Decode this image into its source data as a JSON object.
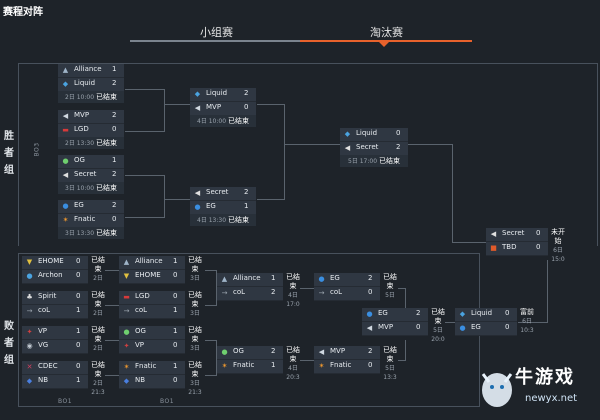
{
  "page_title": "赛程对阵",
  "tabs": [
    {
      "label": "小组赛",
      "active": false
    },
    {
      "label": "淘汰赛",
      "active": true
    }
  ],
  "colors": {
    "accent": "#e8622c",
    "card": "#2f3742",
    "background": "#1e2329"
  },
  "labels": {
    "winners": "胜者组",
    "losers": "败者组",
    "bo3": "BO3",
    "bo1_a": "BO1",
    "bo1_b": "BO1"
  },
  "matches": [
    {
      "id": "wb1",
      "t1": "Alliance",
      "s1": "1",
      "l1": "alliance",
      "t2": "Liquid",
      "s2": "2",
      "l2": "liquid",
      "date": "2日 10:00",
      "status": "已结束"
    },
    {
      "id": "wb2",
      "t1": "MVP",
      "s1": "2",
      "l1": "mvp",
      "t2": "LGD",
      "s2": "0",
      "l2": "lgd",
      "date": "2日 13:30",
      "status": "已结束"
    },
    {
      "id": "wb3",
      "t1": "OG",
      "s1": "1",
      "l1": "og",
      "t2": "Secret",
      "s2": "2",
      "l2": "secret",
      "date": "3日 10:00",
      "status": "已结束"
    },
    {
      "id": "wb4",
      "t1": "EG",
      "s1": "2",
      "l1": "eg",
      "t2": "Fnatic",
      "s2": "0",
      "l2": "fnatic",
      "date": "3日 13:30",
      "status": "已结束"
    },
    {
      "id": "wb5",
      "t1": "Liquid",
      "s1": "2",
      "l1": "liquid",
      "t2": "MVP",
      "s2": "0",
      "l2": "mvp",
      "date": "4日 10:00",
      "status": "已结束"
    },
    {
      "id": "wb6",
      "t1": "Secret",
      "s1": "2",
      "l1": "secret",
      "t2": "EG",
      "s2": "1",
      "l2": "eg",
      "date": "4日 13:30",
      "status": "已结束"
    },
    {
      "id": "wb7",
      "t1": "Liquid",
      "s1": "0",
      "l1": "liquid",
      "t2": "Secret",
      "s2": "2",
      "l2": "secret",
      "date": "5日 17:00",
      "status": "已结束"
    },
    {
      "id": "gf",
      "t1": "Secret",
      "s1": "0",
      "l1": "secret",
      "t2": "TBD",
      "s2": "0",
      "l2": "tbd",
      "date": "6日 15:0",
      "status": "未开始"
    },
    {
      "id": "lb1",
      "t1": "EHOME",
      "s1": "0",
      "l1": "ehome",
      "t2": "Archon",
      "s2": "0",
      "l2": "archon",
      "date": "2日",
      "status": "已结束"
    },
    {
      "id": "lb2",
      "t1": "Spirit",
      "s1": "0",
      "l1": "spirit",
      "t2": "coL",
      "s2": "1",
      "l2": "col",
      "date": "2日",
      "status": "已结束"
    },
    {
      "id": "lb3",
      "t1": "VP",
      "s1": "1",
      "l1": "vp",
      "t2": "VG",
      "s2": "0",
      "l2": "vg",
      "date": "2日",
      "status": "已结束"
    },
    {
      "id": "lb4",
      "t1": "CDEC",
      "s1": "0",
      "l1": "cdec",
      "t2": "NB",
      "s2": "1",
      "l2": "nb",
      "date": "2日 21:3",
      "status": "已结束"
    },
    {
      "id": "lb5",
      "t1": "Alliance",
      "s1": "1",
      "l1": "alliance",
      "t2": "EHOME",
      "s2": "0",
      "l2": "ehome",
      "date": "3日",
      "status": "已结束"
    },
    {
      "id": "lb6",
      "t1": "LGD",
      "s1": "0",
      "l1": "lgd",
      "t2": "coL",
      "s2": "1",
      "l2": "col",
      "date": "3日",
      "status": "已结束"
    },
    {
      "id": "lb7",
      "t1": "OG",
      "s1": "1",
      "l1": "og",
      "t2": "VP",
      "s2": "0",
      "l2": "vp",
      "date": "3日",
      "status": "已结束"
    },
    {
      "id": "lb8",
      "t1": "Fnatic",
      "s1": "1",
      "l1": "fnatic",
      "t2": "NB",
      "s2": "0",
      "l2": "nb",
      "date": "3日 21:3",
      "status": "已结束"
    },
    {
      "id": "lb9",
      "t1": "Alliance",
      "s1": "1",
      "l1": "alliance",
      "t2": "coL",
      "s2": "2",
      "l2": "col",
      "date": "4日 17:0",
      "status": "已结束"
    },
    {
      "id": "lb10",
      "t1": "OG",
      "s1": "2",
      "l1": "og",
      "t2": "Fnatic",
      "s2": "1",
      "l2": "fnatic",
      "date": "4日 20:3",
      "status": "已结束"
    },
    {
      "id": "lb11",
      "t1": "EG",
      "s1": "2",
      "l1": "eg",
      "t2": "coL",
      "s2": "0",
      "l2": "col",
      "date": "5日",
      "status": "已结束"
    },
    {
      "id": "lb12",
      "t1": "MVP",
      "s1": "2",
      "l1": "mvp",
      "t2": "Fnatic",
      "s2": "0",
      "l2": "fnatic",
      "date": "5日 13:3",
      "status": "已结束"
    },
    {
      "id": "lb13",
      "t1": "EG",
      "s1": "2",
      "l1": "eg",
      "t2": "MVP",
      "s2": "0",
      "l2": "mvp",
      "date": "5日 20:0",
      "status": "已结束"
    },
    {
      "id": "lb14",
      "t1": "Liquid",
      "s1": "0",
      "l1": "liquid",
      "t2": "EG",
      "s2": "0",
      "l2": "eg",
      "date": "6日 10:3",
      "status": "富前"
    }
  ],
  "watermark": {
    "text": "牛游戏",
    "url": "newyx.net"
  }
}
